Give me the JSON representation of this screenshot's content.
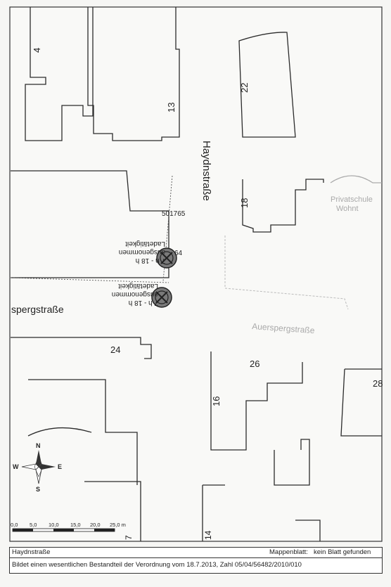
{
  "map": {
    "street_main": "Haydnstraße",
    "street_cross": "spergstraße",
    "street_faint": "Auerspergstraße",
    "parcel_number": "501765",
    "parcel_suffix": "64",
    "building_faint_label_line1": "Privatschule",
    "building_faint_label_line2": "Wohnt",
    "house_numbers": [
      "4",
      "22",
      "13",
      "18",
      "24",
      "26",
      "16",
      "28",
      "7",
      "14"
    ],
    "sign_text_upper": [
      "7 h - 18 h",
      "ausgenommen",
      "Ladetätigkeit"
    ],
    "sign_text_lower": [
      "7 h - 18 h",
      "ausgenommen",
      "Ladetätigkeit"
    ],
    "compass": {
      "n": "N",
      "s": "S",
      "e": "E",
      "w": "W"
    },
    "scale": {
      "ticks": [
        "0,0",
        "5,0",
        "10,0",
        "15,0",
        "20,0",
        "25,0 m"
      ]
    }
  },
  "footer": {
    "left_title": "Haydnstraße",
    "sheet_label": "Mappenblatt:",
    "sheet_value": "kein Blatt gefunden",
    "ordinance_text": "Bildet einen wesentlichen Bestandteil der Verordnung vom 18.7.2013, Zahl 05/04/56482/2010/010"
  },
  "colors": {
    "line": "#2b2b2b",
    "sign_fill": "#7a7a7a",
    "faint": "#aaaaaa"
  }
}
